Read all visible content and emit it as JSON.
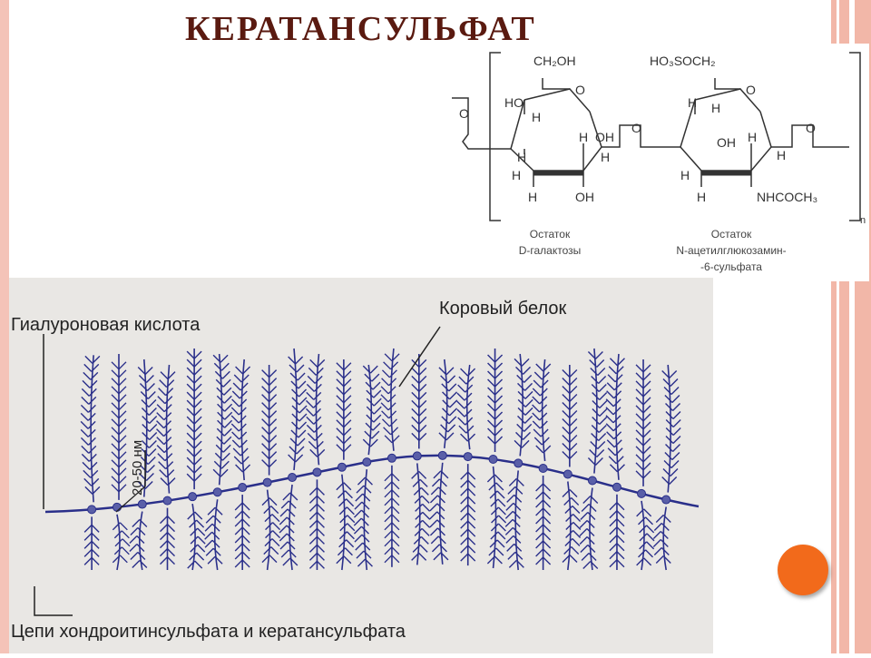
{
  "title": "КЕРАТАНСУЛЬФАТ",
  "formula": {
    "labels": {
      "ch2oh": "CH₂OH",
      "ho3soch2": "HO₃SOCH₂",
      "o": "O",
      "h": "H",
      "ho": "HO",
      "oh": "OH",
      "nhcoch3": "NHCOCH₃",
      "n": "n"
    },
    "residue_left": [
      "Остаток",
      "D-галактозы"
    ],
    "residue_right": [
      "Остаток",
      "N-ацетилглюкозамин-",
      "-6-сульфата"
    ]
  },
  "diagram": {
    "label_hyaluronic": "Гиалуроновая кислота",
    "label_core_protein": "Коровый белок",
    "label_size": "20-50 нм",
    "label_chains": "Цепи хондроитинсульфата и кератансульфата"
  },
  "colors": {
    "title": "#5a1a10",
    "frame": "#f2b7a8",
    "strand": "#2a2f8a",
    "accent_dot": "#f26a1b"
  }
}
